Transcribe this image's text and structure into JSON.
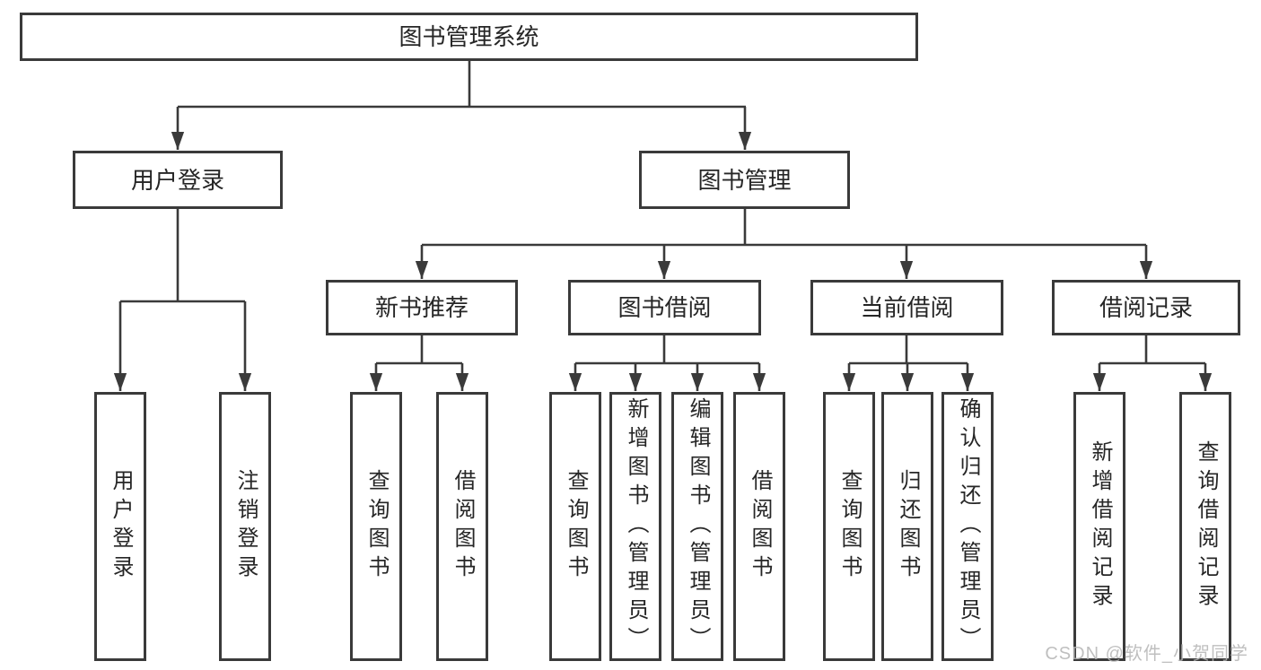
{
  "diagram": {
    "title": "图书管理系统",
    "branches": [
      {
        "label": "用户登录",
        "children": [
          {
            "label": "用户登录"
          },
          {
            "label": "注销登录"
          }
        ]
      },
      {
        "label": "图书管理",
        "children": [
          {
            "label": "新书推荐",
            "children": [
              {
                "label": "查询图书"
              },
              {
                "label": "借阅图书"
              }
            ]
          },
          {
            "label": "图书借阅",
            "children": [
              {
                "label": "查询图书"
              },
              {
                "label": "新增图书（管理员）"
              },
              {
                "label": "编辑图书（管理员）"
              },
              {
                "label": "借阅图书"
              }
            ]
          },
          {
            "label": "当前借阅",
            "children": [
              {
                "label": "查询图书"
              },
              {
                "label": "归还图书"
              },
              {
                "label": "确认归还（管理员）"
              }
            ]
          },
          {
            "label": "借阅记录",
            "children": [
              {
                "label": "新增借阅记录"
              },
              {
                "label": "查询借阅记录"
              }
            ]
          }
        ]
      }
    ]
  },
  "watermark": {
    "text": "CSDN @软件_小贺同学"
  },
  "colors": {
    "line": "#3a3a3a",
    "text": "#262626",
    "background": "#ffffff",
    "watermark": "#b5b5b5"
  }
}
